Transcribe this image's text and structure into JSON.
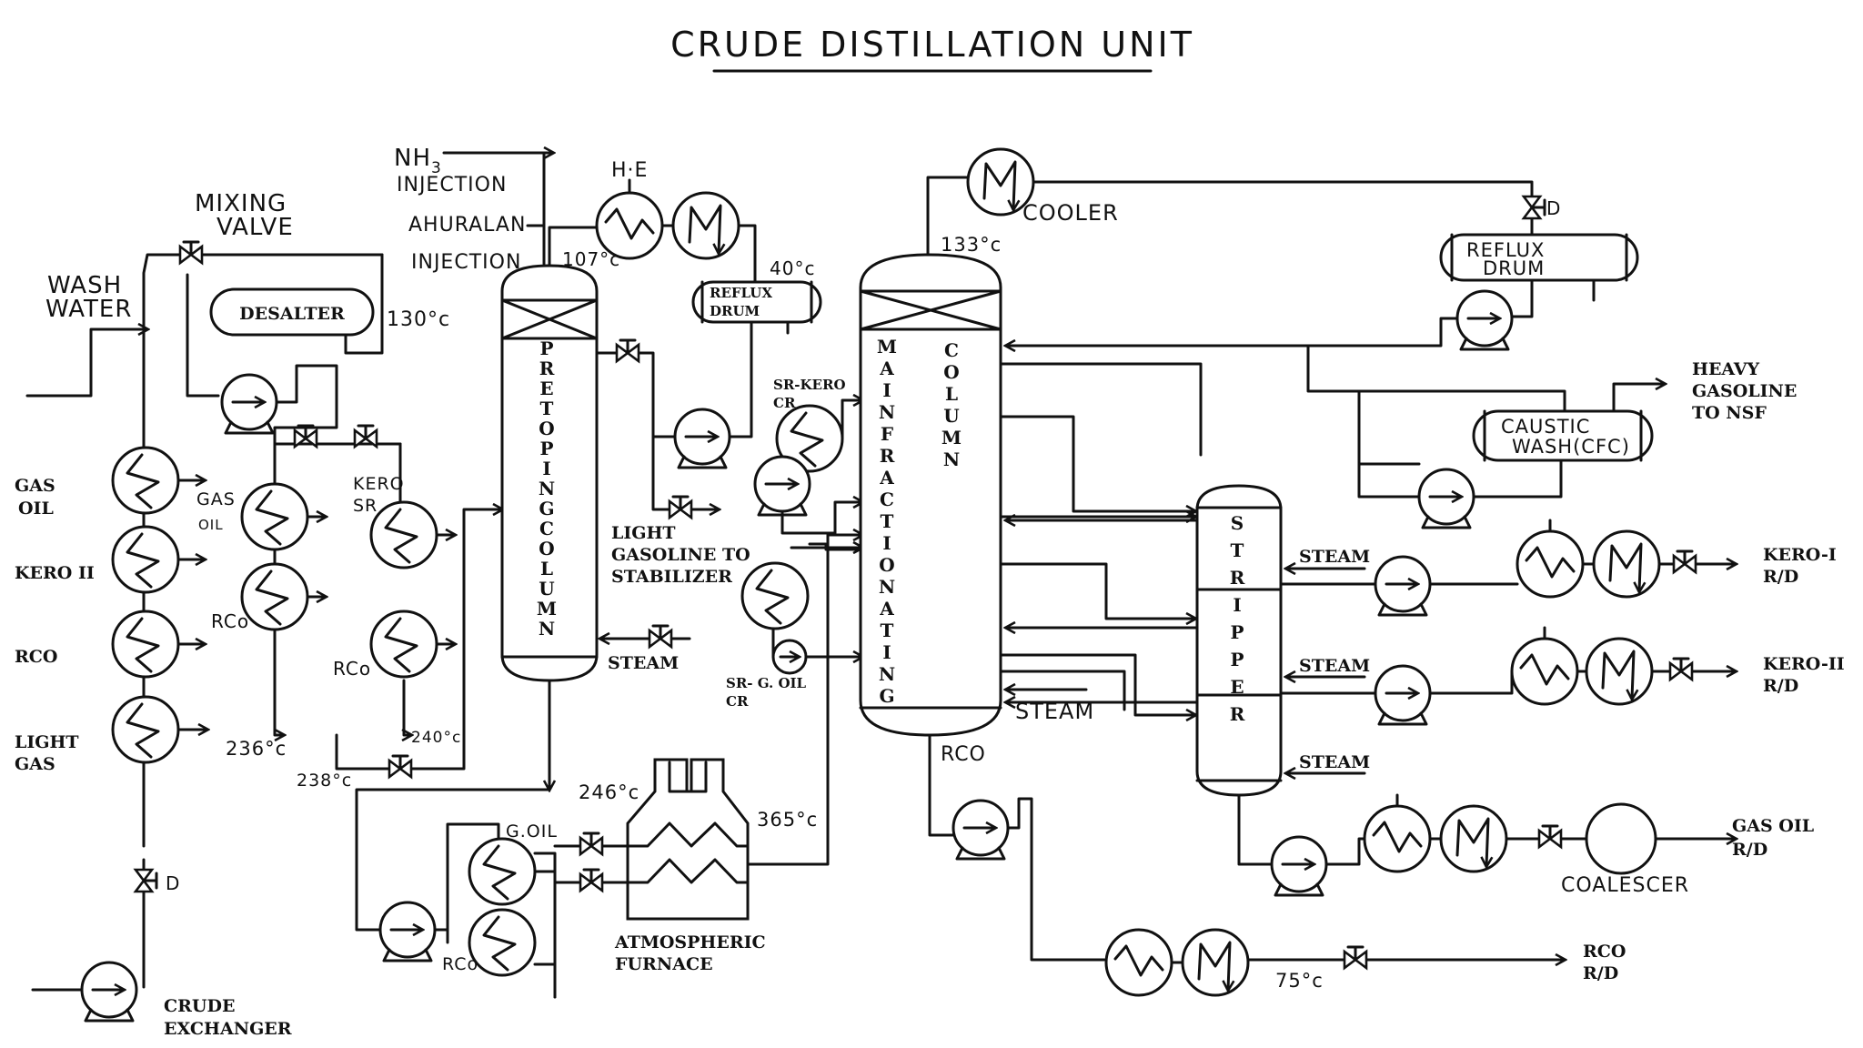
{
  "title": "CRUDE DISTILLATION UNIT",
  "equipment": {
    "desalter": "DESALTER",
    "preheat_he": "H·E",
    "reflux_drum_small": [
      "REFLUX",
      "DRUM"
    ],
    "cooler": "COOLER",
    "reflux_drum_large": [
      "REFLUX",
      "DRUM"
    ],
    "caustic_wash": [
      "CAUSTIC",
      "WASH(CFC)"
    ],
    "atmospheric_furnace": [
      "ATMOSPHERIC",
      "FURNACE"
    ],
    "coalescer": "COALESCER",
    "crude_exchanger": [
      "CRUDE",
      "EXCHANGER"
    ],
    "mixing_valve": [
      "MIXING",
      "VALVE"
    ]
  },
  "columns": {
    "pretopping": [
      "P",
      "R",
      "E",
      "T",
      "O",
      "P",
      "I",
      "N",
      "G",
      "C",
      "O",
      "L",
      "U",
      "M",
      "N"
    ],
    "main_fractionating": [
      "M",
      "A",
      "I",
      "N",
      "F",
      "R",
      "A",
      "C",
      "T",
      "I",
      "O",
      "N",
      "A",
      "T",
      "I",
      "N",
      "G"
    ],
    "main_column": [
      "C",
      "O",
      "L",
      "U",
      "M",
      "N"
    ],
    "stripper": [
      "S",
      "T",
      "R",
      "I",
      "P",
      "P",
      "E",
      "R"
    ]
  },
  "labels": {
    "wash_water": [
      "WASH",
      "WATER"
    ],
    "nh3": "NH",
    "nh3_sub": "3",
    "nh3_injection": "INJECTION",
    "ahuralan": "AHURALAN",
    "ahuralan_injection": "INJECTION",
    "gas_oil_left": [
      "GAS",
      "OIL"
    ],
    "kero_ii_left": "KERO II",
    "rco_left": "RCO",
    "light_gas": [
      "LIGHT",
      "GAS"
    ],
    "gas_oil_mid": [
      "GAS",
      "OIL"
    ],
    "kero_sr": [
      "KERO",
      "SR"
    ],
    "rco_mid1": "RCo",
    "rco_mid2": "RCo",
    "rco_bottom": "RCo",
    "g_oil": "G.OIL",
    "light_gasoline": [
      "LIGHT",
      "GASOLINE TO",
      "STABILIZER"
    ],
    "sr_kero_cr": [
      "SR-KERO",
      "CR"
    ],
    "sr_g_oil_cr": [
      "SR- G. OIL",
      "CR"
    ],
    "steam_pretop": "STEAM",
    "steam_main": "STEAM",
    "steam_1": "STEAM",
    "steam_2": "STEAM",
    "steam_3": "STEAM",
    "rco_main": "RCO",
    "heavy_gasoline": [
      "HEAVY",
      "GASOLINE",
      "TO NSF"
    ],
    "kero_i": [
      "KERO-I",
      "R/D"
    ],
    "kero_ii": [
      "KERO-II",
      "R/D"
    ],
    "gas_oil_rd": [
      "GAS OIL",
      "R/D"
    ],
    "rco_rd": [
      "RCO",
      "R/D"
    ],
    "valve_d1": "D",
    "valve_d2": "D"
  },
  "temperatures": {
    "t130": "130°c",
    "t107": "107°c",
    "t40": "40°c",
    "t133": "133°c",
    "t236": "236°c",
    "t238": "238°c",
    "t240": "240°c",
    "t246": "246°c",
    "t365": "365°c",
    "t75": "75°c"
  }
}
